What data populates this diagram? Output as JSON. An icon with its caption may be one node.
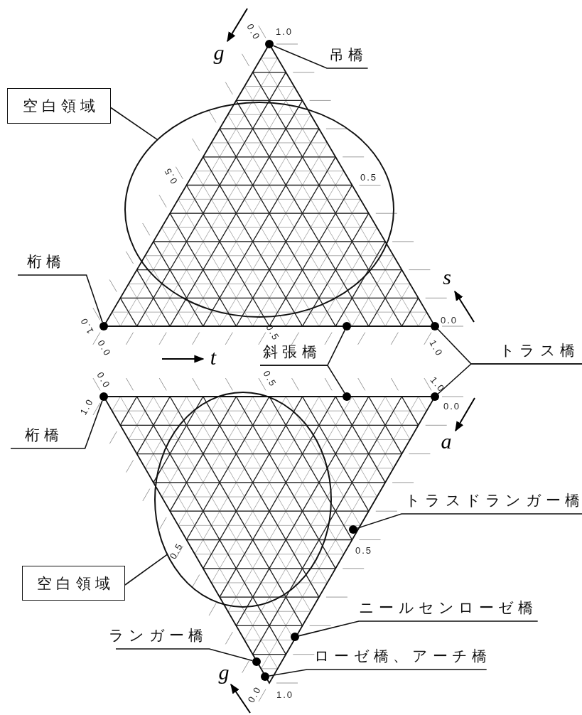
{
  "diagram": {
    "nodes": [
      {
        "text": [
          "吊橋"
        ]
      },
      {
        "text": [],
        "shape": "circle"
      },
      {
        "text": [
          "空白領域"
        ]
      },
      {
        "text": [],
        "shape": "ellipse"
      },
      {
        "text": [
          "桁橋"
        ]
      },
      {
        "text": [],
        "shape": "circle"
      },
      {
        "text": [],
        "shape": "circle"
      },
      {
        "text": [],
        "shape": "circle"
      },
      {
        "text": [
          "斜張橋"
        ]
      },
      {
        "text": [
          "トラス橋"
        ]
      },
      {
        "text": [],
        "shape": "circle"
      },
      {
        "text": [],
        "shape": "circle"
      },
      {
        "text": [],
        "shape": "circle"
      },
      {
        "text": [
          "桁橋"
        ]
      },
      {
        "text": [],
        "shape": "ellipse"
      },
      {
        "text": [
          "トラスドランガー橋"
        ]
      },
      {
        "text": [],
        "shape": "circle"
      },
      {
        "text": [
          "空白領域"
        ]
      },
      {
        "text": [
          "ニールセンローゼ橋"
        ]
      },
      {
        "text": [],
        "shape": "circle"
      },
      {
        "text": [
          "ランガー橋"
        ]
      },
      {
        "text": [],
        "shape": "circle"
      },
      {
        "text": [
          "ローゼ橋、アーチ橋"
        ]
      },
      {
        "text": [],
        "shape": "circle"
      }
    ],
    "edges": [
      {
        "from": 0,
        "to": 1,
        "arrow": "none"
      },
      {
        "from": 2,
        "to": 3,
        "arrow": "none"
      },
      {
        "from": 4,
        "to": 5,
        "arrow": "none"
      },
      {
        "from": 8,
        "to": 6,
        "arrow": "none"
      },
      {
        "from": 8,
        "to": 11,
        "arrow": "none"
      },
      {
        "from": 9,
        "to": 7,
        "arrow": "none"
      },
      {
        "from": 9,
        "to": 12,
        "arrow": "none"
      },
      {
        "from": 13,
        "to": 10,
        "arrow": "none"
      },
      {
        "from": 15,
        "to": 16,
        "arrow": "none"
      },
      {
        "from": 17,
        "to": 14,
        "arrow": "none"
      },
      {
        "from": 18,
        "to": 19,
        "arrow": "none"
      },
      {
        "from": 20,
        "to": 21,
        "arrow": "none"
      },
      {
        "from": 22,
        "to": 23,
        "arrow": "none"
      }
    ],
    "labels": [
      "0.0",
      "1.0",
      "g",
      "0.5",
      "0.5",
      "s",
      "1.0",
      "0.0",
      "0.0",
      "0.5",
      "1.0",
      "t",
      "0.0",
      "0.5",
      "1.0",
      "1.0",
      "0.0",
      "a",
      "0.5",
      "0.5",
      "g",
      "0.0",
      "1.0"
    ]
  }
}
